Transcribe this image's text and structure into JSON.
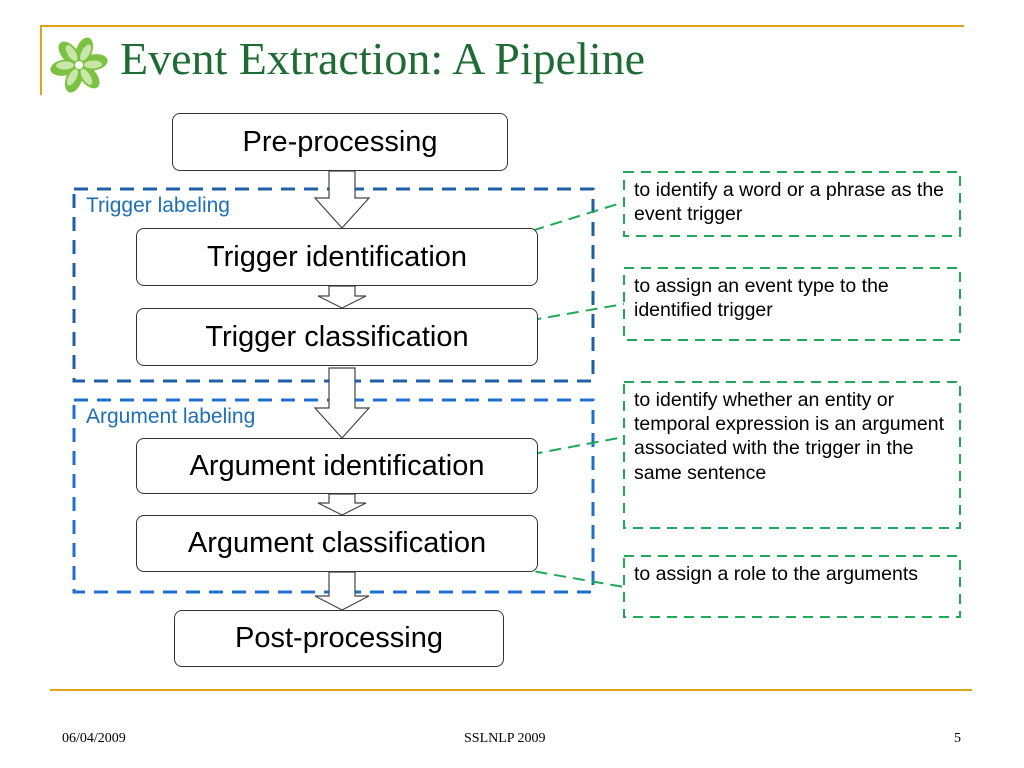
{
  "slide": {
    "title": "Event Extraction: A Pipeline",
    "logo_icon": "pinwheel-logo-icon",
    "accent_color": "#e0a31c",
    "title_color": "#1e6b33"
  },
  "pipeline": {
    "preprocessing": "Pre-processing",
    "trigger_identification": "Trigger identification",
    "trigger_classification": "Trigger classification",
    "argument_identification": "Argument identification",
    "argument_classification": "Argument classification",
    "postprocessing": "Post-processing"
  },
  "groups": {
    "trigger_labeling": "Trigger labeling",
    "argument_labeling": "Argument labeling",
    "group_color": "#1f6fb5"
  },
  "notes": {
    "trigger_identification": "to identify a word or a phrase as the event trigger",
    "trigger_classification": "to assign an event type to the identified trigger",
    "argument_identification": "to identify whether an entity or temporal expression is an argument associated with the trigger in the same sentence",
    "argument_classification": "to assign a role to the arguments",
    "note_border_color": "#22a85a"
  },
  "footer": {
    "date": "06/04/2009",
    "venue": "SSLNLP 2009",
    "page": "5"
  }
}
